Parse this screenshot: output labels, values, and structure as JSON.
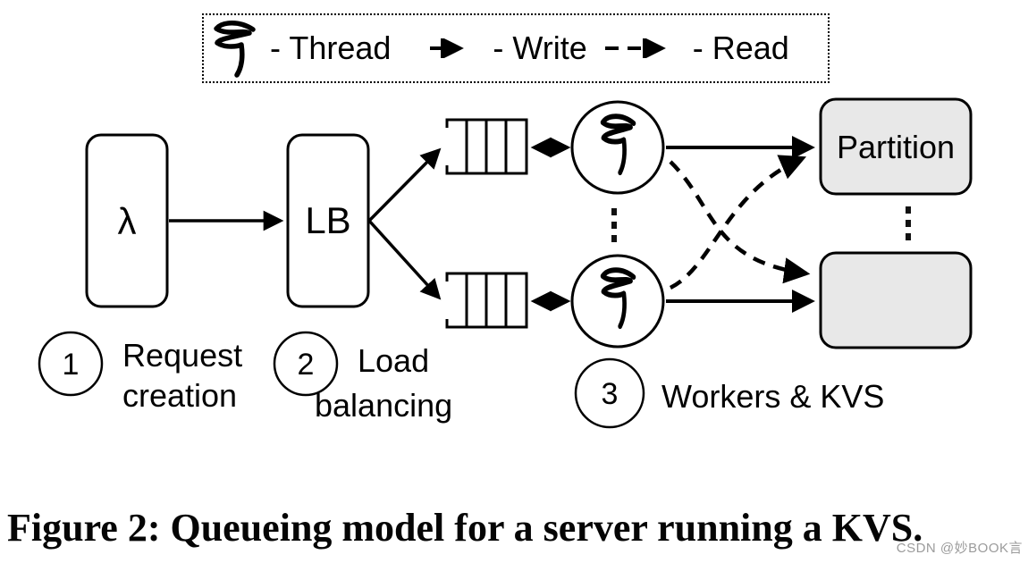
{
  "legend": {
    "thread_icon": "thread-squiggle-icon",
    "thread_label": "- Thread",
    "write_icon": "solid-arrow-icon",
    "write_label": "- Write",
    "read_icon": "dashed-arrow-icon",
    "read_label": "- Read"
  },
  "diagram": {
    "lambda_label": "λ",
    "lb_label": "LB",
    "partition_label": "Partition"
  },
  "steps": [
    {
      "num": "1",
      "line1": "Request",
      "line2": "creation"
    },
    {
      "num": "2",
      "line1": "Load",
      "line2": "balancing"
    },
    {
      "num": "3",
      "line1": "Workers & KVS"
    }
  ],
  "caption": "Figure 2: Queueing model for a server running a KVS.",
  "watermark": "CSDN @妙BOOK言",
  "colors": {
    "line": "#000000",
    "partition_fill": "#e8e8e8",
    "background": "#ffffff",
    "watermark": "#9b9b9b"
  }
}
